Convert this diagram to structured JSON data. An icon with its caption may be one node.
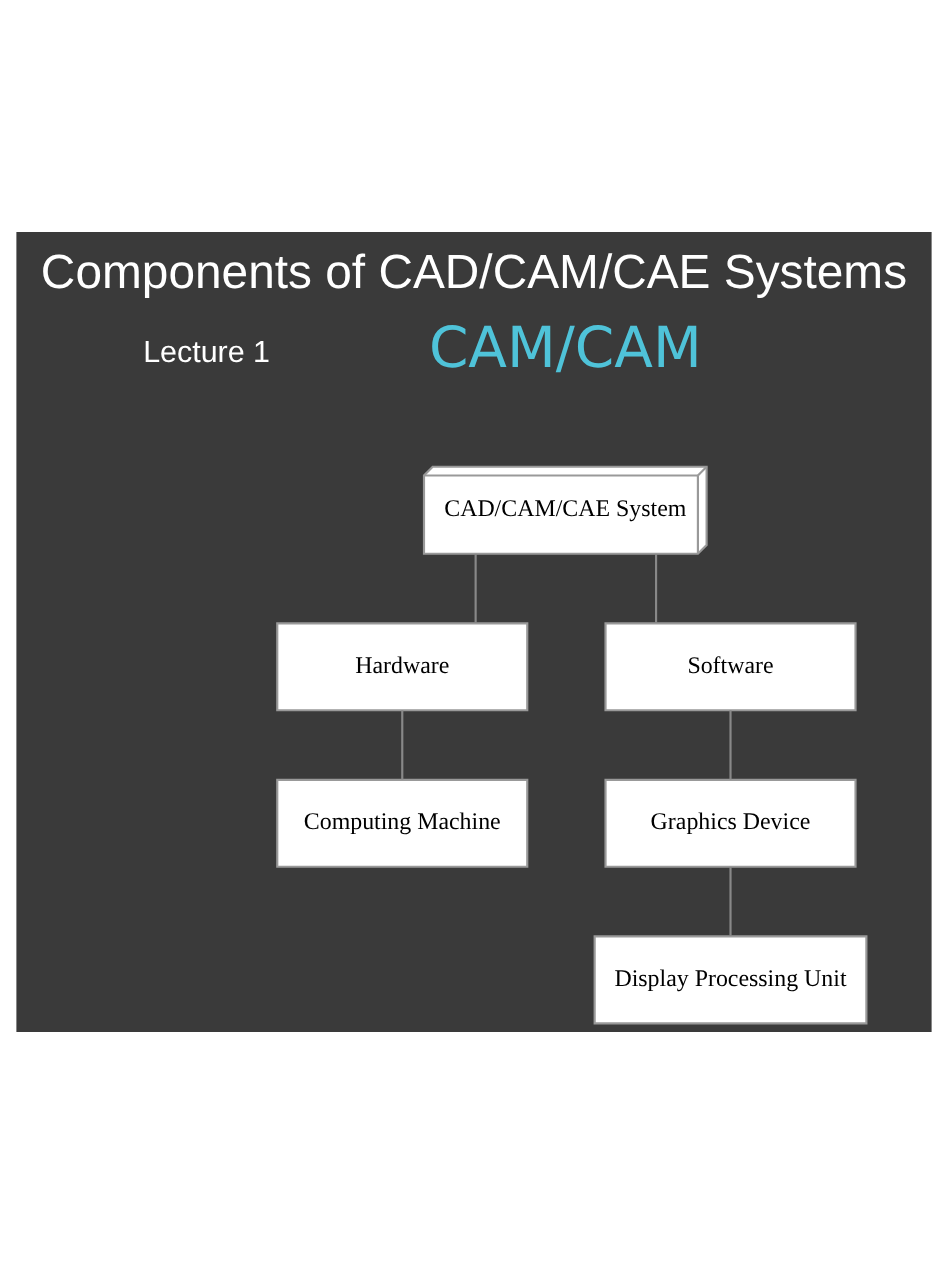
{
  "diagram": {
    "title": "Components of CAD/CAM/CAE Systems",
    "nodes": [
      {
        "text": [
          "CAD/CAM/CAE System"
        ]
      },
      {
        "text": [
          "Hardware"
        ]
      },
      {
        "text": [
          "Software"
        ]
      },
      {
        "text": [
          "Computing Machine"
        ]
      },
      {
        "text": [
          "Graphics Device"
        ]
      },
      {
        "text": [
          "Display Processing Unit"
        ]
      }
    ],
    "edges": [
      {
        "from": 0,
        "to": 1,
        "arrow": "none"
      },
      {
        "from": 0,
        "to": 2,
        "arrow": "none"
      },
      {
        "from": 1,
        "to": 3,
        "arrow": "none"
      },
      {
        "from": 2,
        "to": 4,
        "arrow": "none"
      },
      {
        "from": 4,
        "to": 5,
        "arrow": "none"
      }
    ],
    "labels": [
      "Lecture 1",
      "CAM/CAM"
    ]
  }
}
